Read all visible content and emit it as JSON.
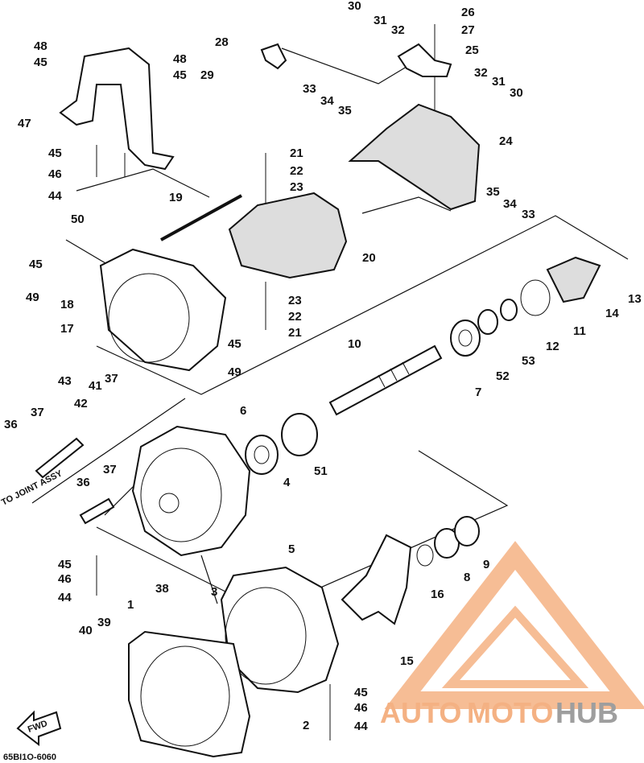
{
  "diagram": {
    "callouts": [
      {
        "id": "c30a",
        "text": "30"
      },
      {
        "id": "c31a",
        "text": "31"
      },
      {
        "id": "c32a",
        "text": "32"
      },
      {
        "id": "c26",
        "text": "26"
      },
      {
        "id": "c27",
        "text": "27"
      },
      {
        "id": "c25",
        "text": "25"
      },
      {
        "id": "c28",
        "text": "28"
      },
      {
        "id": "c29",
        "text": "29"
      },
      {
        "id": "c32b",
        "text": "32"
      },
      {
        "id": "c31b",
        "text": "31"
      },
      {
        "id": "c30b",
        "text": "30"
      },
      {
        "id": "c48a",
        "text": "48"
      },
      {
        "id": "c45a",
        "text": "45"
      },
      {
        "id": "c48b",
        "text": "48"
      },
      {
        "id": "c45b",
        "text": "45"
      },
      {
        "id": "c47",
        "text": "47"
      },
      {
        "id": "c33a",
        "text": "33"
      },
      {
        "id": "c34a",
        "text": "34"
      },
      {
        "id": "c35a",
        "text": "35"
      },
      {
        "id": "c24",
        "text": "24"
      },
      {
        "id": "c45c",
        "text": "45"
      },
      {
        "id": "c46a",
        "text": "46"
      },
      {
        "id": "c44a",
        "text": "44"
      },
      {
        "id": "c21a",
        "text": "21"
      },
      {
        "id": "c22a",
        "text": "22"
      },
      {
        "id": "c23a",
        "text": "23"
      },
      {
        "id": "c19",
        "text": "19"
      },
      {
        "id": "c35b",
        "text": "35"
      },
      {
        "id": "c34b",
        "text": "34"
      },
      {
        "id": "c33b",
        "text": "33"
      },
      {
        "id": "c50",
        "text": "50"
      },
      {
        "id": "c20",
        "text": "20"
      },
      {
        "id": "c45d",
        "text": "45"
      },
      {
        "id": "c49a",
        "text": "49"
      },
      {
        "id": "c18",
        "text": "18"
      },
      {
        "id": "c17",
        "text": "17"
      },
      {
        "id": "c23b",
        "text": "23"
      },
      {
        "id": "c22b",
        "text": "22"
      },
      {
        "id": "c21b",
        "text": "21"
      },
      {
        "id": "c45e",
        "text": "45"
      },
      {
        "id": "c49b",
        "text": "49"
      },
      {
        "id": "c13",
        "text": "13"
      },
      {
        "id": "c14",
        "text": "14"
      },
      {
        "id": "c11",
        "text": "11"
      },
      {
        "id": "c12",
        "text": "12"
      },
      {
        "id": "c53",
        "text": "53"
      },
      {
        "id": "c52",
        "text": "52"
      },
      {
        "id": "c7",
        "text": "7"
      },
      {
        "id": "c10",
        "text": "10"
      },
      {
        "id": "c43",
        "text": "43"
      },
      {
        "id": "c41",
        "text": "41"
      },
      {
        "id": "c37a",
        "text": "37"
      },
      {
        "id": "c42",
        "text": "42"
      },
      {
        "id": "c37b",
        "text": "37"
      },
      {
        "id": "c36a",
        "text": "36"
      },
      {
        "id": "c6",
        "text": "6"
      },
      {
        "id": "c51",
        "text": "51"
      },
      {
        "id": "c4",
        "text": "4"
      },
      {
        "id": "c37c",
        "text": "37"
      },
      {
        "id": "c36b",
        "text": "36"
      },
      {
        "id": "c5",
        "text": "5"
      },
      {
        "id": "c9",
        "text": "9"
      },
      {
        "id": "c8",
        "text": "8"
      },
      {
        "id": "c16",
        "text": "16"
      },
      {
        "id": "c45f",
        "text": "45"
      },
      {
        "id": "c46b",
        "text": "46"
      },
      {
        "id": "c44b",
        "text": "44"
      },
      {
        "id": "c38",
        "text": "38"
      },
      {
        "id": "c3",
        "text": "3"
      },
      {
        "id": "c1",
        "text": "1"
      },
      {
        "id": "c39",
        "text": "39"
      },
      {
        "id": "c40",
        "text": "40"
      },
      {
        "id": "c15",
        "text": "15"
      },
      {
        "id": "c45g",
        "text": "45"
      },
      {
        "id": "c46c",
        "text": "46"
      },
      {
        "id": "c44c",
        "text": "44"
      },
      {
        "id": "c2",
        "text": "2"
      }
    ],
    "to_joint_label": "TO JOINT ASSY",
    "fwd_label": "FWD",
    "diagram_code": "65BI1O-6060"
  },
  "watermark": {
    "part1": "AUTO",
    "part2": "MOTO",
    "part3": "HUB",
    "color_primary": "#f4b183",
    "color_secondary": "#9e9e9e"
  }
}
